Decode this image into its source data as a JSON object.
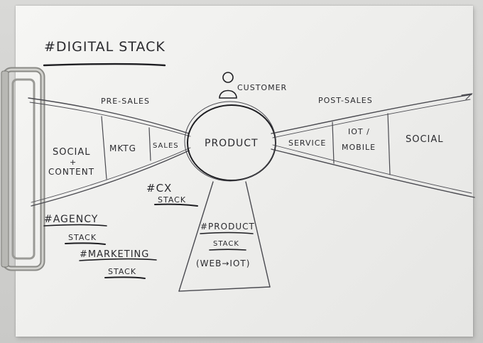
{
  "title": "#DIGITAL STACK",
  "customer_label": "CUSTOMER",
  "pre_sales_label": "PRE-SALES",
  "post_sales_label": "POST-SALES",
  "product_label": "PRODUCT",
  "left_funnel": {
    "social_line1": "SOCIAL",
    "social_line2": "+",
    "social_line3": "CONTENT",
    "mktg": "MKTG",
    "sales": "SALES"
  },
  "right_funnel": {
    "service": "SERVICE",
    "iot_line1": "IOT /",
    "iot_line2": "MOBILE",
    "social": "SOCIAL"
  },
  "cx_stack_line1": "#CX",
  "cx_stack_line2": "STACK",
  "agency_stack_line1": "#AGENCY",
  "agency_stack_line2": "STACK",
  "marketing_stack_line1": "#MARKETING",
  "marketing_stack_line2": "STACK",
  "product_stack_line1": "#PRODUCT",
  "product_stack_line2": "STACK",
  "product_stack_line3": "(WEB→IOT)"
}
